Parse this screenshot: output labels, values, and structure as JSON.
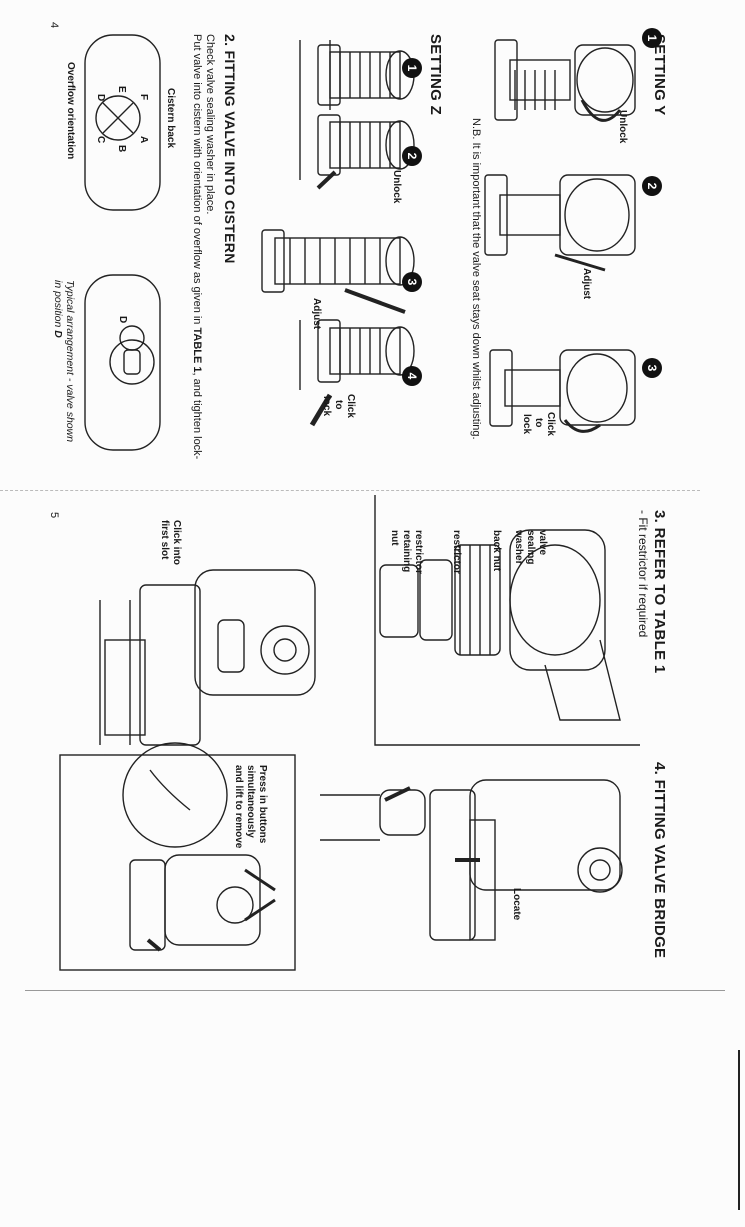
{
  "page_left": {
    "setting_y": {
      "title": "SETTING Y",
      "steps": [
        "1",
        "2",
        "3"
      ],
      "labels": {
        "unlock": "Unlock",
        "adjust": "Adjust",
        "click": "Click",
        "to": "to",
        "lock": "lock"
      },
      "note": "N.B. It is important that the valve seat stays down whilst adjusting."
    },
    "setting_z": {
      "title": "SETTING Z",
      "steps": [
        "1",
        "2",
        "3",
        "4"
      ],
      "labels": {
        "unlock": "Unlock",
        "adjust": "Adjust",
        "click": "Click",
        "to": "to",
        "lock": "lock"
      }
    },
    "fitting": {
      "title": "2. FITTING VALVE INTO CISTERN",
      "line1": "Check valve sealing washer in place.",
      "line2_pre": "Put valve into cistern with orientation of overflow as given in ",
      "line2_bold": "TABLE 1",
      "line2_post": ", and tighten lock-",
      "cistern_back": "Cistern back",
      "overflow": "Overflow orientation",
      "letters": [
        "A",
        "B",
        "C",
        "D",
        "E",
        "F"
      ],
      "typical_line1": "Typical arrangement - valve shown",
      "typical_line2_pre": "in position ",
      "typical_line2_bold": "D",
      "pos_d": "D"
    },
    "page_number": "4"
  },
  "page_right": {
    "table": {
      "title": "3. REFER TO TABLE 1",
      "subtitle": "- Fit restrictor if required",
      "parts": {
        "valve_l1": "valve",
        "valve_l2": "sealing",
        "valve_l3": "washer",
        "backnut": "back nut",
        "restrictor": "restrictor",
        "rr_l1": "restrictor",
        "rr_l2": "retaining",
        "rr_l3": "nut"
      }
    },
    "bridge": {
      "title": "4. FITTING VALVE BRIDGE",
      "locate": "Locate"
    },
    "click_slot_l1": "Click into",
    "click_slot_l2": "first slot",
    "press_l1": "Press in buttons",
    "press_l2": "simultaneously",
    "press_l3": "and lift to remove",
    "page_number": "5"
  }
}
